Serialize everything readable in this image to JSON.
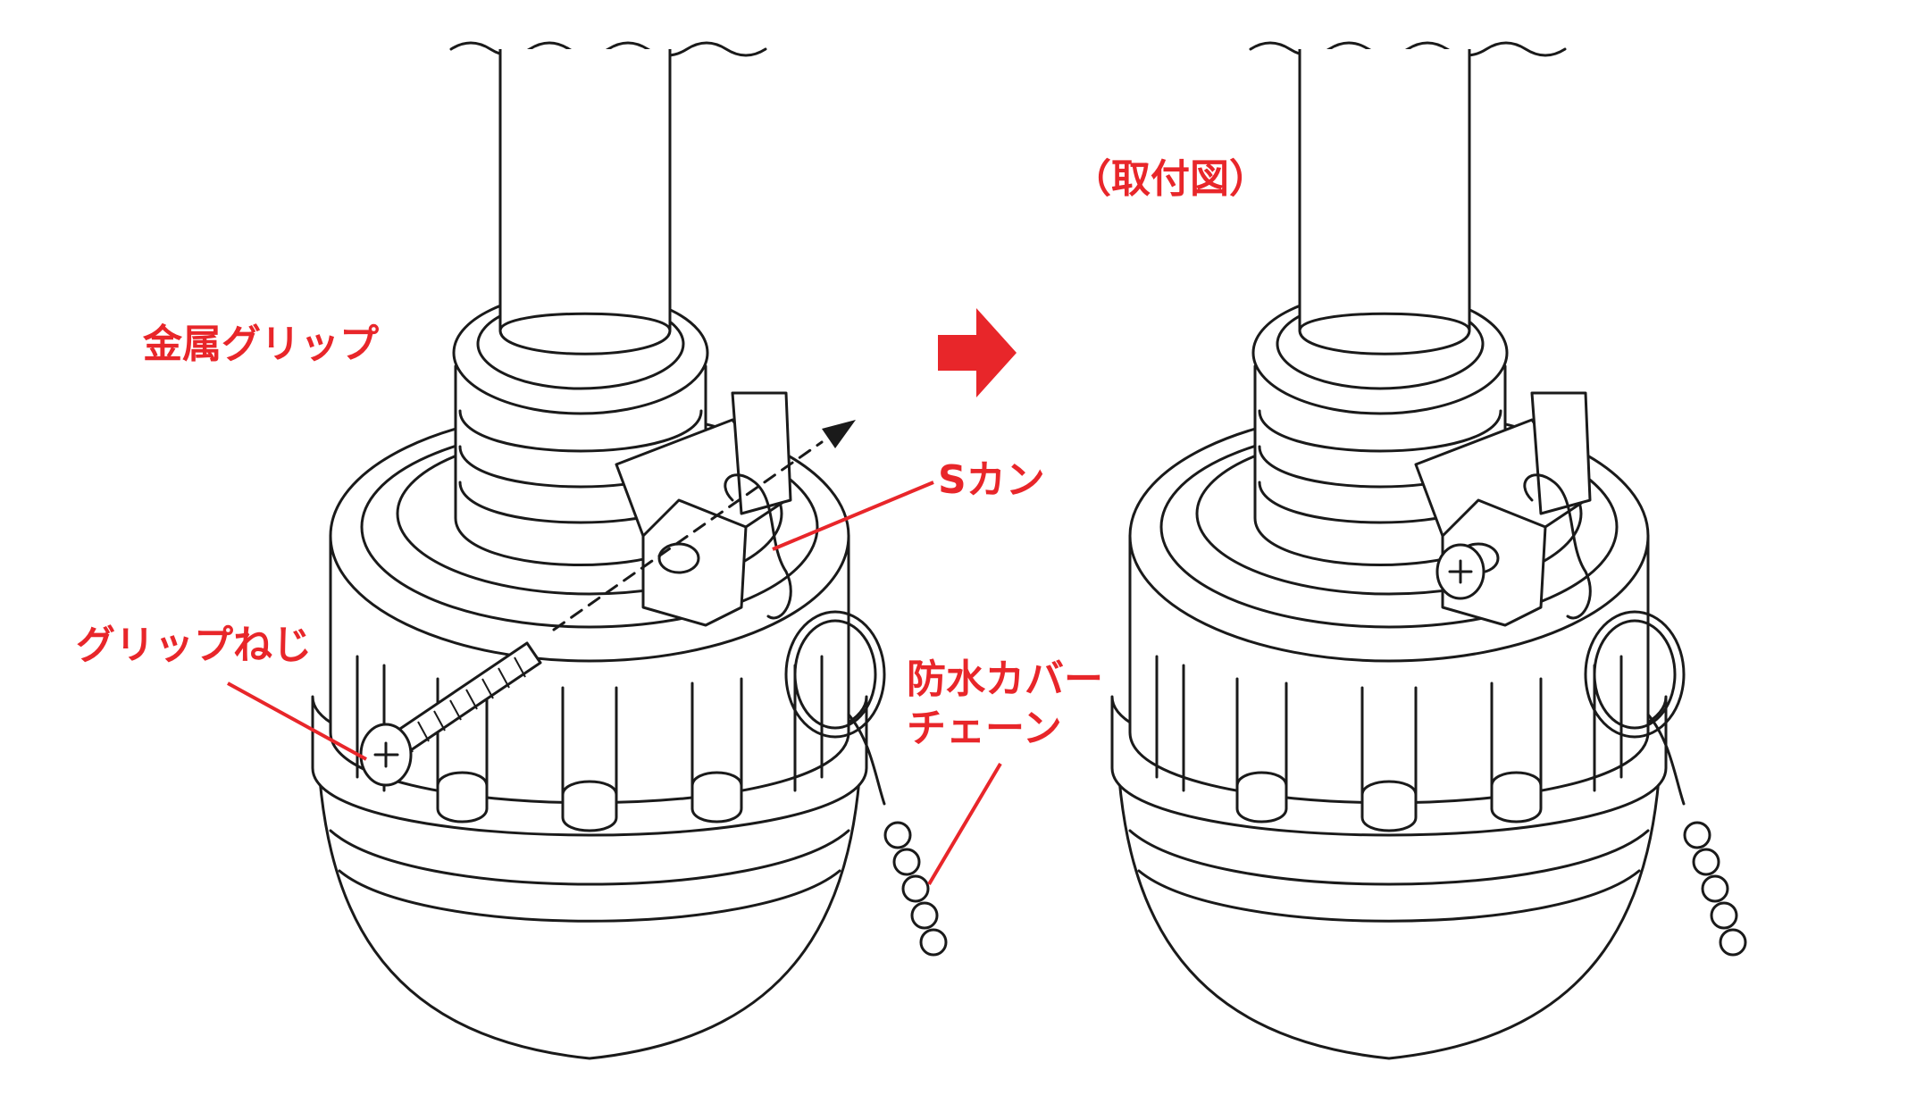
{
  "colors": {
    "label": "#e8262a",
    "line": "#1a1a1a",
    "background": "#ffffff"
  },
  "labels": {
    "metal_grip": "金属グリップ",
    "s_hook": "Sカン",
    "grip_screw": "グリップねじ",
    "cover_chain_line1": "防水カバー",
    "cover_chain_line2": "チェーン",
    "installed_view": "（取付図）"
  },
  "icons": {
    "direction_arrow": "arrow-right-icon"
  }
}
